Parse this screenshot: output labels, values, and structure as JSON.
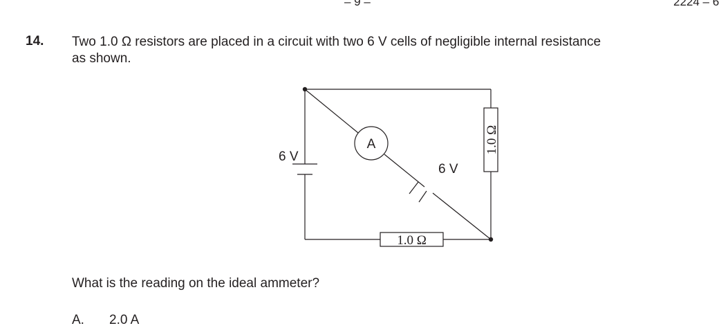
{
  "header": {
    "page_number": "– 9 –",
    "code": "2224 – 6"
  },
  "question": {
    "number": "14.",
    "text_line1": "Two 1.0 Ω resistors are placed in a circuit with two 6 V cells of negligible internal resistance",
    "text_line2": "as shown.",
    "prompt": "What is the reading on the ideal ammeter?"
  },
  "diagram": {
    "left_cell_label": "6 V",
    "diagonal_cell_label": "6 V",
    "ammeter_label": "A",
    "right_resistor_label": "1.0 Ω",
    "bottom_resistor_label": "1.0 Ω"
  },
  "options": [
    {
      "letter": "A.",
      "value": "2.0 A"
    }
  ]
}
